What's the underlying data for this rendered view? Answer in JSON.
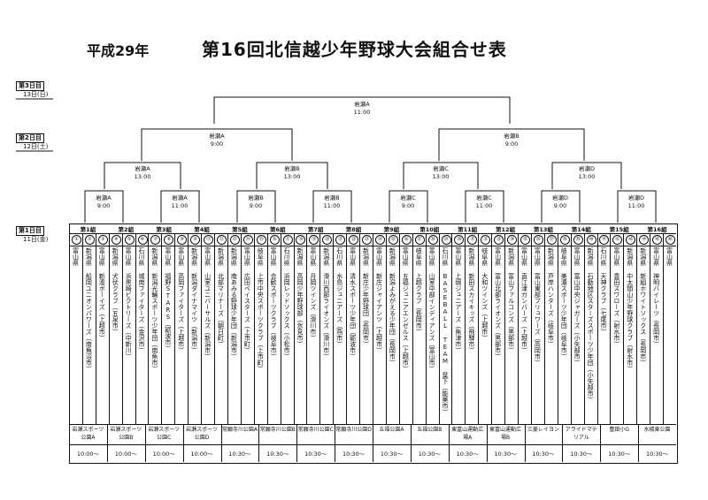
{
  "header": {
    "era": "平成29年",
    "title": "第16回北信越少年野球大会組合せ表"
  },
  "days": [
    {
      "label": "第3日目",
      "date": "13日(日)"
    },
    {
      "label": "第2日目",
      "date": "12日(土)"
    },
    {
      "label": "第1日目",
      "date": "11日(金)"
    }
  ],
  "final": {
    "venue": "岩瀬A",
    "time": "11:00"
  },
  "semis": [
    {
      "venue": "岩瀬A",
      "time": "9:00"
    },
    {
      "venue": "岩瀬B",
      "time": "9:00"
    }
  ],
  "quarters": [
    {
      "venue": "岩瀬A",
      "time": "13:00"
    },
    {
      "venue": "岩瀬B",
      "time": "13:00"
    },
    {
      "venue": "岩瀬C",
      "time": "13:00"
    },
    {
      "venue": "岩瀬D",
      "time": "13:00"
    }
  ],
  "round2": [
    {
      "venue": "岩瀬A",
      "time": "9:00"
    },
    {
      "venue": "岩瀬A",
      "time": "11:00"
    },
    {
      "venue": "岩瀬B",
      "time": "9:00"
    },
    {
      "venue": "岩瀬B",
      "time": "11:00"
    },
    {
      "venue": "岩瀬C",
      "time": "9:00"
    },
    {
      "venue": "岩瀬C",
      "time": "11:00"
    },
    {
      "venue": "岩瀬D",
      "time": "9:00"
    },
    {
      "venue": "岩瀬D",
      "time": "11:00"
    }
  ],
  "groups": [
    {
      "label": "第1組",
      "venue": "岩瀬スポーツ公園A",
      "time": "10:00〜"
    },
    {
      "label": "第2組",
      "venue": "岩瀬スポーツ公園B",
      "time": "10:00〜"
    },
    {
      "label": "第3組",
      "venue": "岩瀬スポーツ公園C",
      "time": "10:00〜"
    },
    {
      "label": "第4組",
      "venue": "岩瀬スポーツ公園D",
      "time": "10:00〜"
    },
    {
      "label": "第5組",
      "venue": "常願寺川公園A",
      "time": "10:30〜"
    },
    {
      "label": "第6組",
      "venue": "常願寺川公園B",
      "time": "10:30〜"
    },
    {
      "label": "第7組",
      "venue": "常願寺川公園C",
      "time": "10:30〜"
    },
    {
      "label": "第8組",
      "venue": "常願寺川公園D",
      "time": "10:30〜"
    },
    {
      "label": "第9組",
      "venue": "五福公園A",
      "time": "10:30〜"
    },
    {
      "label": "第10組",
      "venue": "五福公園B",
      "time": "10:30〜"
    },
    {
      "label": "第11組",
      "venue": "東富山運動広場A",
      "time": "10:30〜"
    },
    {
      "label": "第12組",
      "venue": "東富山運動広場B",
      "time": "10:30〜"
    },
    {
      "label": "第13組",
      "venue": "三菱レイヨン",
      "time": "10:30〜"
    },
    {
      "label": "第14組",
      "venue": "アライドマテリアル",
      "time": "10:30〜"
    },
    {
      "label": "第15組",
      "venue": "豊田小G",
      "time": "10:30〜"
    },
    {
      "label": "第16組",
      "venue": "水橋東公園",
      "time": "10:30〜"
    }
  ],
  "teams": [
    {
      "num": "①",
      "name": "富山県"
    },
    {
      "num": "②",
      "name": "新潟県 船岡ユニオンパワーズ（南魚沼市）"
    },
    {
      "num": "③",
      "name": "富山県 新湊ボーイズ（上越市）"
    },
    {
      "num": "④",
      "name": "新潟県 犬伏クラブ（五泉市）"
    },
    {
      "num": "⑤",
      "name": "富山県 浜黒崎ビクトリーズ（中新川）"
    },
    {
      "num": "⑥",
      "name": "石川県 城南ファイターズ（金沢市）"
    },
    {
      "num": "⑦",
      "name": "新潟県 新潟光輪スポーツ少年団（南魚市）"
    },
    {
      "num": "⑧",
      "name": "富山県 福野STARS（砺波市）"
    },
    {
      "num": "⑨",
      "name": "富山県 高岡ファイターズ（上越市）"
    },
    {
      "num": "⑩",
      "name": "新潟県 新潟ダイナマイツ（新潟市）"
    },
    {
      "num": "⑪",
      "name": "富山県 山室ユニバーサルズ（新潟市）"
    },
    {
      "num": "⑫",
      "name": "新潟県 北部マリナーズ（朝日町）"
    },
    {
      "num": "⑬",
      "name": "新潟県 南あみる野球少年団（新潟市）"
    },
    {
      "num": "⑭",
      "name": "富山県 広田ベイスターズ（上市町）"
    },
    {
      "num": "⑮",
      "name": "岐阜県 上市中央スポーツクラブ（上市町）"
    },
    {
      "num": "⑯",
      "name": "富山県 合歓スポーツクラブ（岐阜市）"
    },
    {
      "num": "⑰",
      "name": "石川県 浜岡レッドソックス（小松市）"
    },
    {
      "num": "⑱",
      "name": "新潟県 高岡少年野球部（氷見市）"
    },
    {
      "num": "⑲",
      "name": "富山県 月岡ツインズ（滑川市）"
    },
    {
      "num": "⑳",
      "name": "新潟県 滑川西部ライオンズ（滑川市）"
    },
    {
      "num": "㉑",
      "name": "石川県 水島ジュニアーズ（燕市）"
    },
    {
      "num": "㉒",
      "name": "富山県 清水スポーツ少年団（砺波市）"
    },
    {
      "num": "㉓",
      "name": "新潟県 新庄少年野球団（長岡市）"
    },
    {
      "num": "㉔",
      "name": "富山県 新庄ジャイアンツ（上越市）"
    },
    {
      "num": "㉕",
      "name": "新潟県 新潟よみがえる少年団（長岡市）"
    },
    {
      "num": "㉖",
      "name": "富山県 五福ジュニアエンゼルス（上越市）"
    },
    {
      "num": "㉗",
      "name": "岐阜県 上越クラブ（長岡市）"
    },
    {
      "num": "㉘",
      "name": "富山県 山室中部インディアンズ（富山市）"
    },
    {
      "num": "㉙",
      "name": "石川県 BASEBALL TEAM 葉下（能美市）"
    },
    {
      "num": "㉚",
      "name": "富山県 上堀ジュニアーズ（魚津市）"
    },
    {
      "num": "㉛",
      "name": "新潟県 新田スカイキッズ（飛騨市）"
    },
    {
      "num": "㉜",
      "name": "岐阜県 大和ツインズ（上越市）"
    },
    {
      "num": "㉝",
      "name": "富山県 富山北部ライオンズ（黒部市）"
    },
    {
      "num": "㉞",
      "name": "新潟県 富山ファルコンズ（黒部市）"
    },
    {
      "num": "㉟",
      "name": "富山県 直江津ガンバーズ（上越市）"
    },
    {
      "num": "㊱",
      "name": "富山県 富山東部ブリュワーズ（高岡市）"
    },
    {
      "num": "㊲",
      "name": "新潟県 芦岸ハンターズ（岐阜市）"
    },
    {
      "num": "㊳",
      "name": "岐阜県 美濃スポーツ少年団（岐阜市）"
    },
    {
      "num": "㊴",
      "name": "富山県 富山中央ジャガーズ（小矢部市）"
    },
    {
      "num": "㊵",
      "name": "新潟県 石動地区スターズスポーツ少年団（小矢部市）"
    },
    {
      "num": "㊶",
      "name": "石川県 天神クラブ（七尾市）"
    },
    {
      "num": "㊷",
      "name": "富山県 豊田スワローズ（射水市）"
    },
    {
      "num": "㊸",
      "name": "新潟県 中太閤山少年野球クラブ（射水市）"
    },
    {
      "num": "㊹",
      "name": "新潟県 新組ホワイトソックス（長岡市）"
    },
    {
      "num": "㊺",
      "name": "富山県 神明バイレーツ（長岡市）"
    },
    {
      "num": "㊻",
      "name": "富山県"
    }
  ]
}
